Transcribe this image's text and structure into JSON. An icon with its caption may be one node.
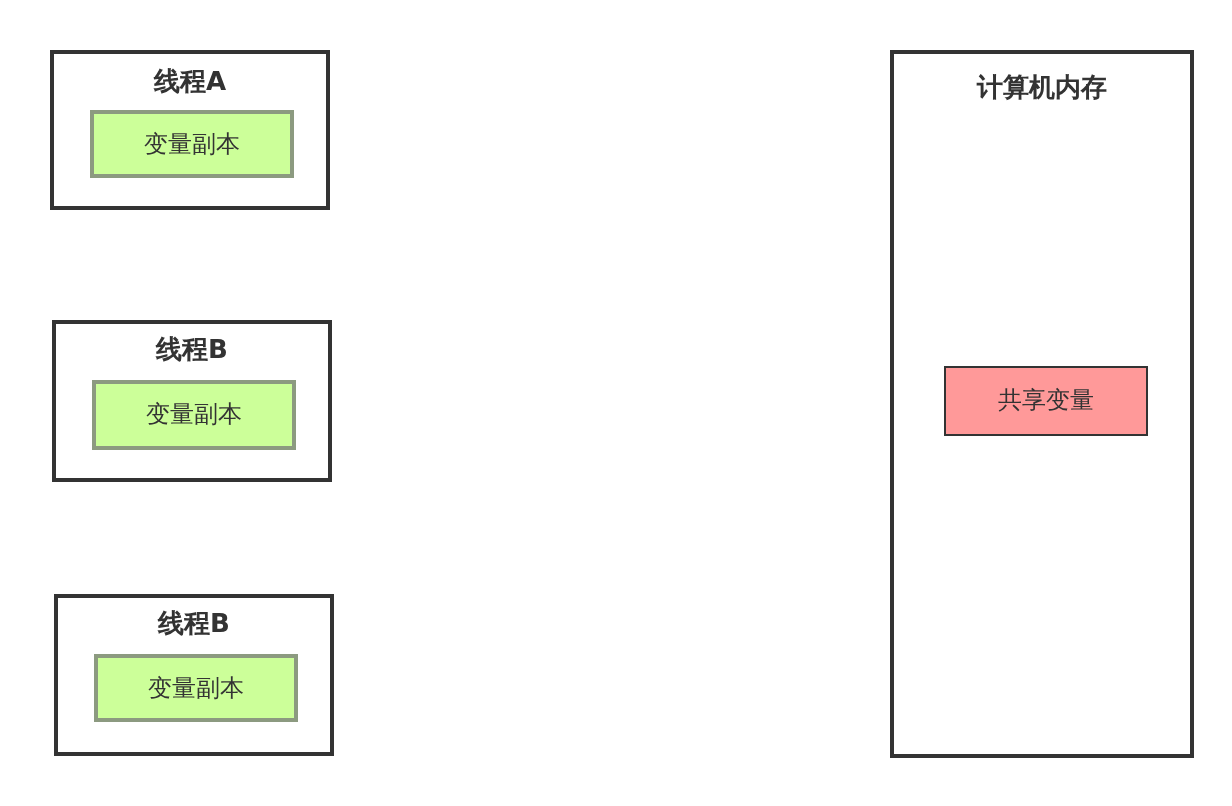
{
  "diagram": {
    "nodes": [
      {
        "text": [
          "线程A"
        ]
      },
      {
        "text": [
          "变量副本"
        ],
        "in": 0
      },
      {
        "text": [
          "线程B"
        ]
      },
      {
        "text": [
          "变量副本"
        ],
        "in": 2
      },
      {
        "text": [
          "线程B"
        ]
      },
      {
        "text": [
          "变量副本"
        ],
        "in": 4
      },
      {
        "text": [
          "计算机内存"
        ]
      },
      {
        "text": [
          "共享变量"
        ],
        "in": 6
      }
    ]
  }
}
